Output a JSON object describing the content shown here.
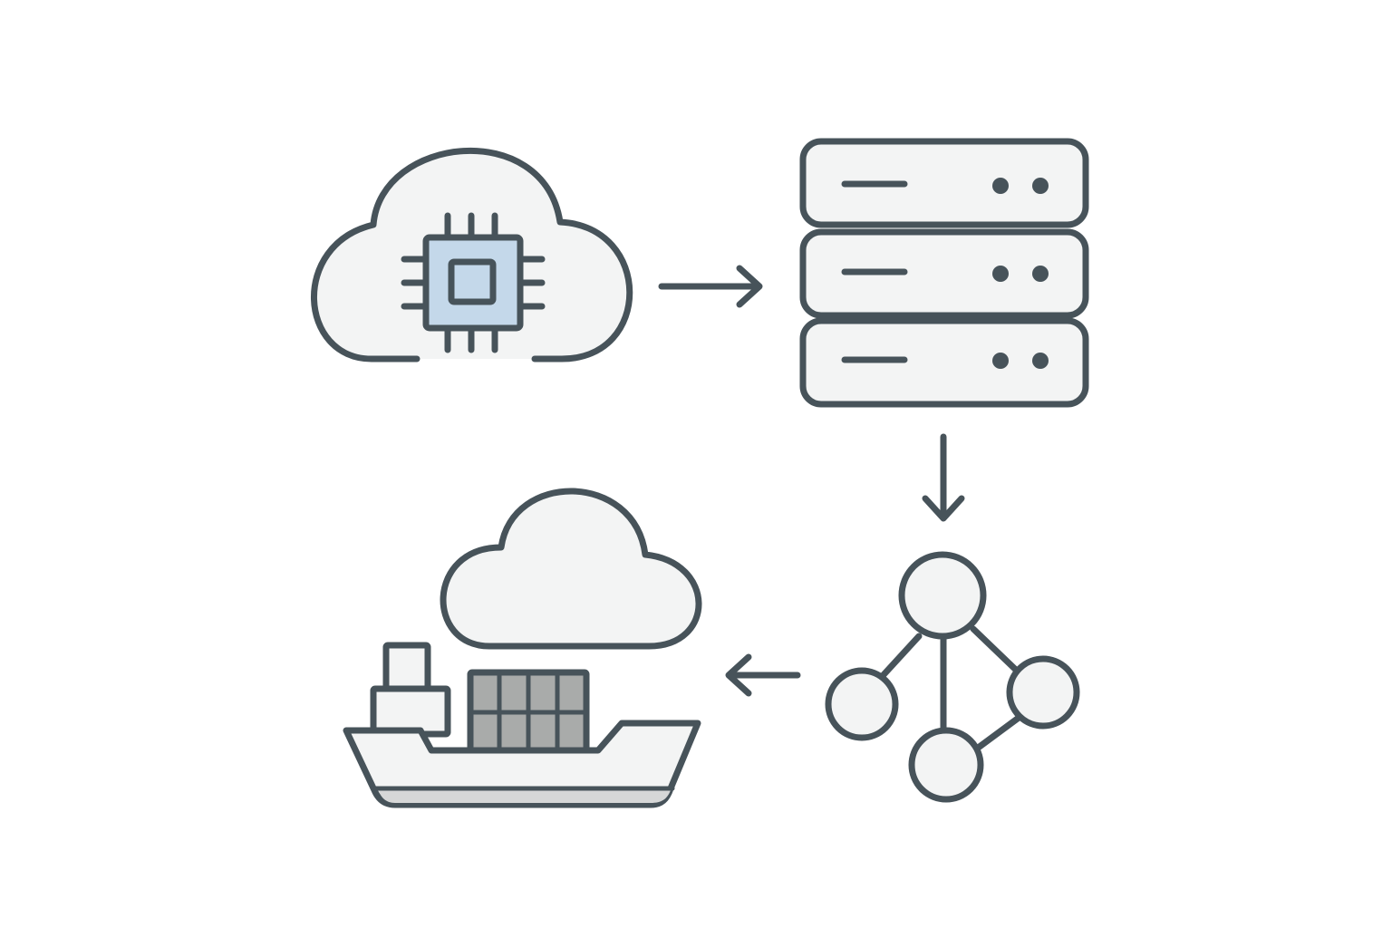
{
  "diagram": {
    "nodes": [
      {
        "id": "cloud-compute",
        "icon": "cloud-chip-icon"
      },
      {
        "id": "server-stack",
        "icon": "server-stack-icon"
      },
      {
        "id": "network-graph",
        "icon": "network-graph-icon"
      },
      {
        "id": "cloud-shipping",
        "icon": "cloud-container-ship-icon"
      }
    ],
    "edges": [
      {
        "from": "cloud-compute",
        "to": "server-stack",
        "direction": "right"
      },
      {
        "from": "server-stack",
        "to": "network-graph",
        "direction": "down"
      },
      {
        "from": "network-graph",
        "to": "cloud-shipping",
        "direction": "left"
      }
    ]
  },
  "colors": {
    "stroke": "#47535a",
    "fill": "#f3f4f4",
    "chip_fill": "#c4d8ea",
    "container_fill": "#a9abaa",
    "hull_stripe": "#d6d7d7",
    "background": "#ffffff"
  }
}
